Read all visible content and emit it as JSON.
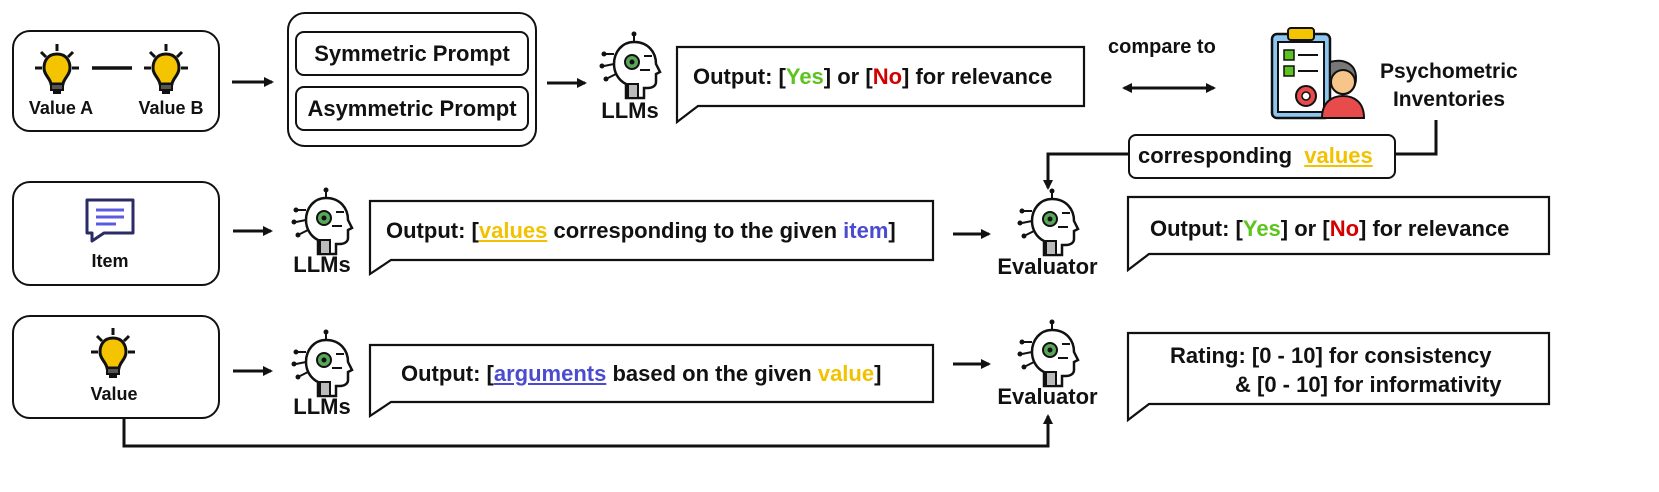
{
  "row1": {
    "value_a": "Value A",
    "value_b": "Value B",
    "symmetric_prompt": "Symmetric Prompt",
    "asymmetric_prompt": "Asymmetric Prompt",
    "llms": "LLMs",
    "output_prefix": "Output: [",
    "yes": "Yes",
    "or_text": "] or [",
    "no": "No",
    "relevance_suffix": "] for relevance",
    "compare_to": "compare to",
    "psychometric_line1": "Psychometric",
    "psychometric_line2": "Inventories",
    "corresponding": "corresponding",
    "values_word": "values"
  },
  "row2": {
    "item": "Item",
    "llms": "LLMs",
    "output_prefix": "Output: [",
    "values_word": "values",
    "middle": " corresponding to the given ",
    "item_word": "item",
    "close": "]",
    "evaluator": "Evaluator",
    "eval_prefix": "Output: [",
    "yes": "Yes",
    "or_text": "] or [",
    "no": "No",
    "relevance_suffix": "] for relevance"
  },
  "row3": {
    "value": "Value",
    "llms": "LLMs",
    "output_prefix": "Output: [",
    "arguments_word": "arguments",
    "middle": " based on the given ",
    "value_word": "value",
    "close": "]",
    "evaluator": "Evaluator",
    "rating_line1": "Rating: [0 - 10] for consistency",
    "rating_line2": "& [0 - 10] for informativity"
  },
  "colors": {
    "yes": "#5cc41e",
    "no": "#d40000",
    "value": "#f2c200",
    "item": "#4b4bd0"
  }
}
